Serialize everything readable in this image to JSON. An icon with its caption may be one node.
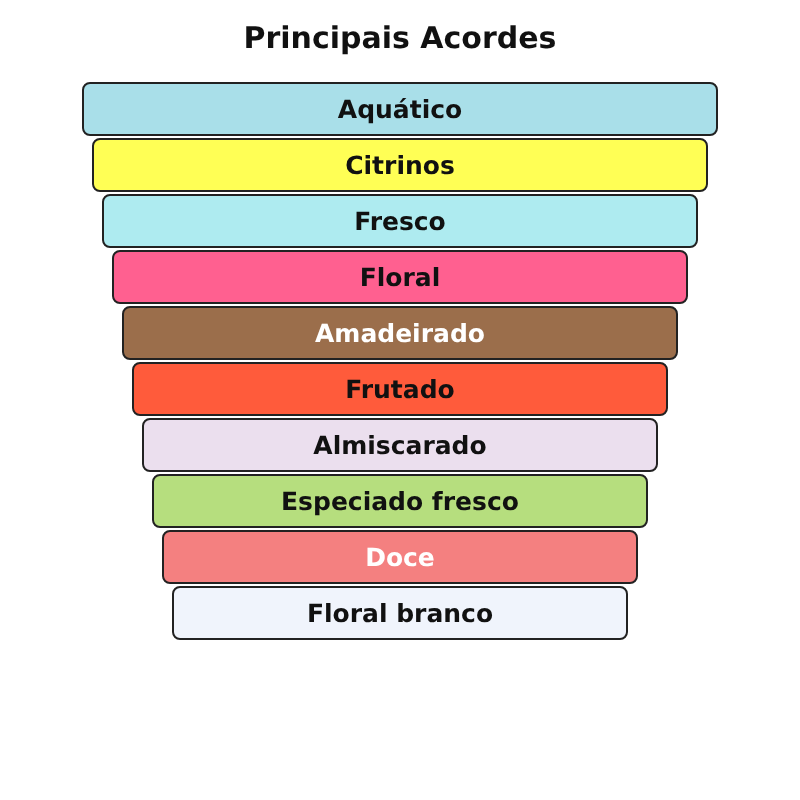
{
  "diagram": {
    "title": "Principais Acordes",
    "nodes": [
      {
        "text": [
          "Aquático"
        ]
      },
      {
        "text": [
          "Citrinos"
        ]
      },
      {
        "text": [
          "Fresco"
        ]
      },
      {
        "text": [
          "Floral"
        ]
      },
      {
        "text": [
          "Amadeirado"
        ]
      },
      {
        "text": [
          "Frutado"
        ]
      },
      {
        "text": [
          "Almiscarado"
        ]
      },
      {
        "text": [
          "Especiado fresco"
        ]
      },
      {
        "text": [
          "Doce"
        ]
      },
      {
        "text": [
          "Floral branco"
        ]
      }
    ]
  }
}
